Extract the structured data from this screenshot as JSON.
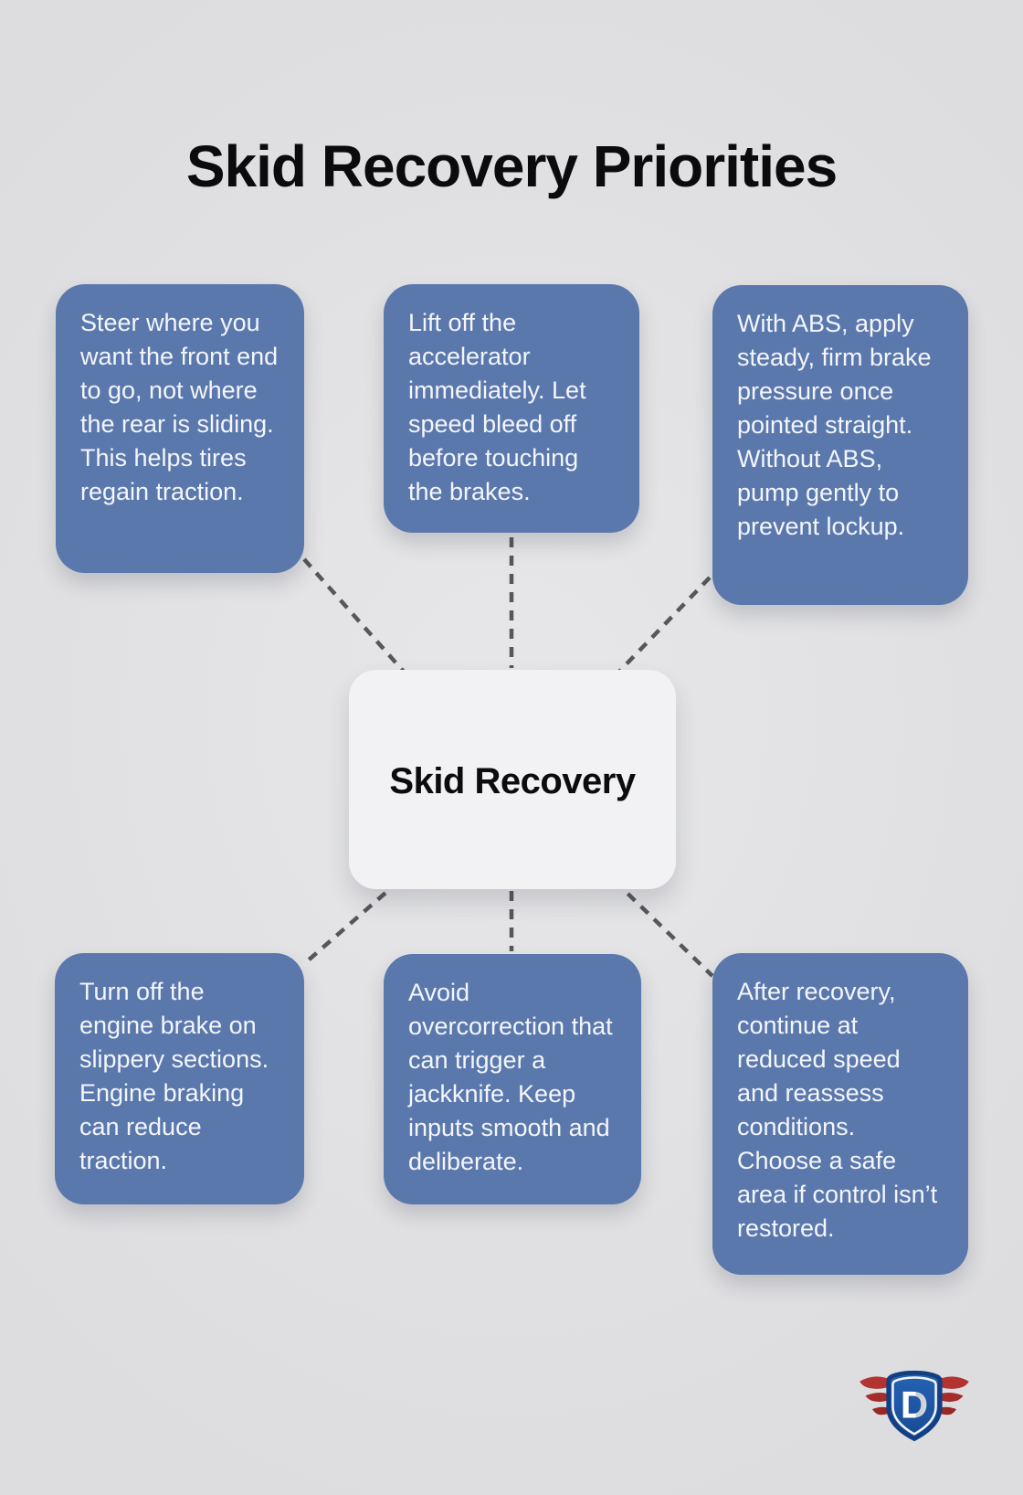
{
  "header": {
    "title": "Skid Recovery Priorities"
  },
  "center": {
    "label": "Skid Recovery"
  },
  "nodes": [
    {
      "id": "steer-direction",
      "text": "Steer where you want the front end to go, not where the rear is sliding. This helps tires regain traction."
    },
    {
      "id": "lift-accelerator",
      "text": "Lift off the accelerator immediately. Let speed bleed off before touching the brakes."
    },
    {
      "id": "abs-braking",
      "text": "With ABS, apply steady, firm brake pressure once pointed straight. Without ABS, pump gently to prevent lockup."
    },
    {
      "id": "engine-brake",
      "text": "Turn off the engine brake on slippery sections. Engine braking can reduce traction."
    },
    {
      "id": "avoid-overcorrection",
      "text": "Avoid overcorrection that can trigger a jackknife. Keep inputs smooth and deliberate."
    },
    {
      "id": "after-recovery",
      "text": "After recovery, continue at reduced speed and reassess conditions. Choose a safe area if control isn’t restored."
    }
  ],
  "logo": {
    "letter": "D"
  },
  "colors": {
    "background": "#e2e2e4",
    "card_blue": "#5b78ad",
    "card_text": "#f3f6fa",
    "center_bg": "#f2f2f5",
    "center_text": "#0c0c0e",
    "connector_gray": "#56575b",
    "title_black": "#0b0b0d",
    "logo_shield_fill": "#1d58a8",
    "logo_shield_border": "#133f82",
    "logo_wing_red": "#b23330"
  }
}
